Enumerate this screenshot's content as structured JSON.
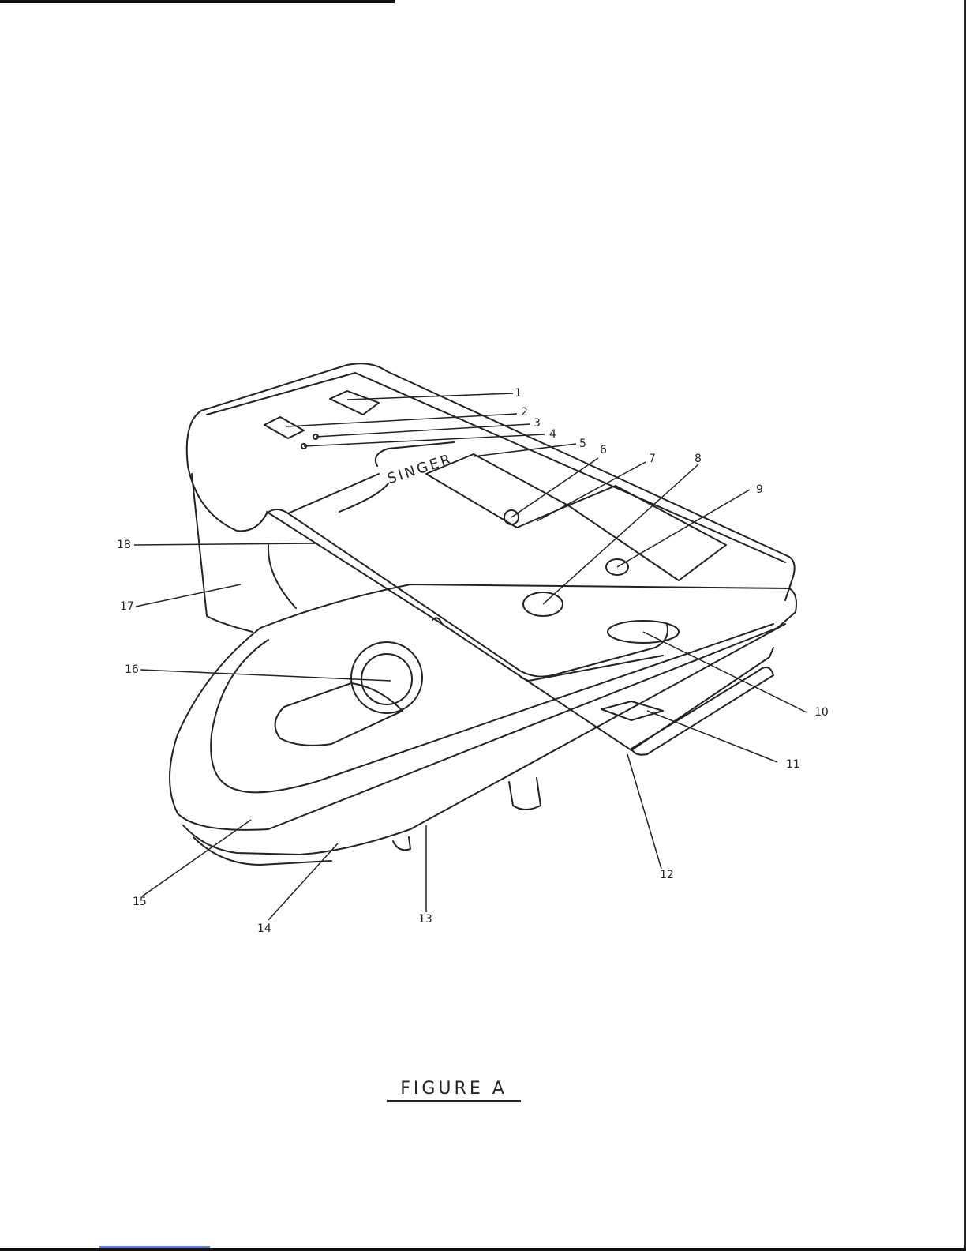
{
  "figure": {
    "brand_mark": "SINGER",
    "caption": "FIGURE A",
    "callouts": [
      "1",
      "2",
      "3",
      "4",
      "5",
      "6",
      "7",
      "8",
      "9",
      "10",
      "11",
      "12",
      "13",
      "14",
      "15",
      "16",
      "17",
      "18"
    ]
  },
  "colors": {
    "ink": "#222222",
    "paper": "#ffffff"
  }
}
